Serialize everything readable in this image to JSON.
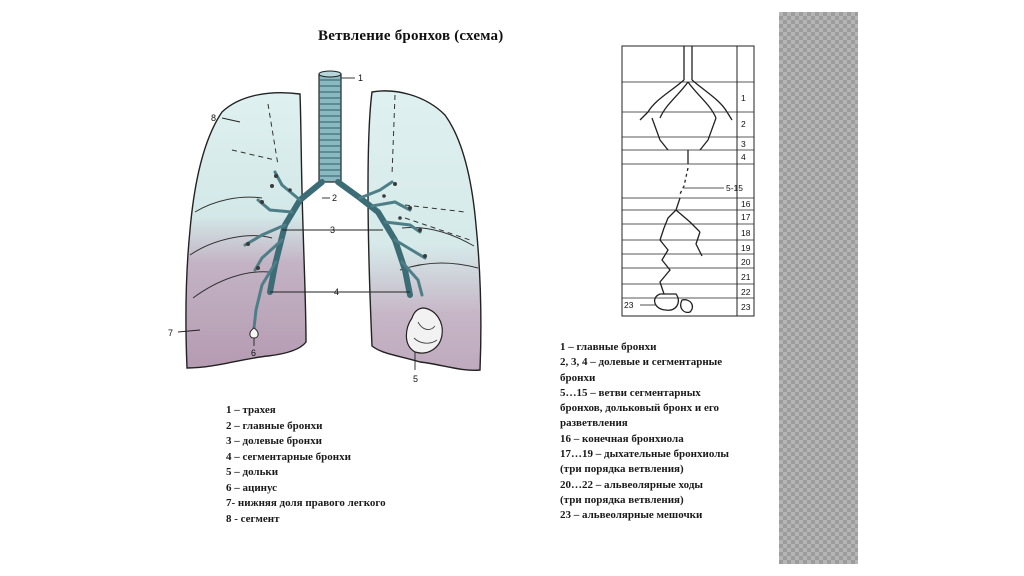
{
  "title": "Ветвление бронхов (схема)",
  "lung_labels": [
    "1",
    "2",
    "3",
    "4",
    "5",
    "6",
    "7",
    "8"
  ],
  "scheme_labels": [
    "1",
    "2",
    "3",
    "4",
    "5-15",
    "16",
    "17",
    "18",
    "19",
    "20",
    "21",
    "22",
    "23",
    "23"
  ],
  "legend_left": [
    "1 – трахея",
    "2 – главные бронхи",
    "3 – долевые бронхи",
    "4 – сегментарные бронхи",
    "5 – дольки",
    "6 – ацинус",
    "7- нижняя доля правого легкого",
    "8 - сегмент"
  ],
  "legend_right": [
    "1 – главные бронхи",
    "2, 3, 4 – долевые и сегментарные",
    "бронхи",
    "5…15 – ветви сегментарных",
    "бронхов, дольковый бронх и его",
    "разветвления",
    "16 – конечная бронхиола",
    "17…19 – дыхательные бронхиолы",
    "(три порядка ветвления)",
    "20…22 – альвеолярные ходы",
    "(три порядка ветвления)",
    "23 – альвеолярные мешочки"
  ],
  "colors": {
    "lung_light": "#dbeeee",
    "lung_shade": "#b79fb3",
    "line": "#222222",
    "checker": "#b5b5b5"
  }
}
